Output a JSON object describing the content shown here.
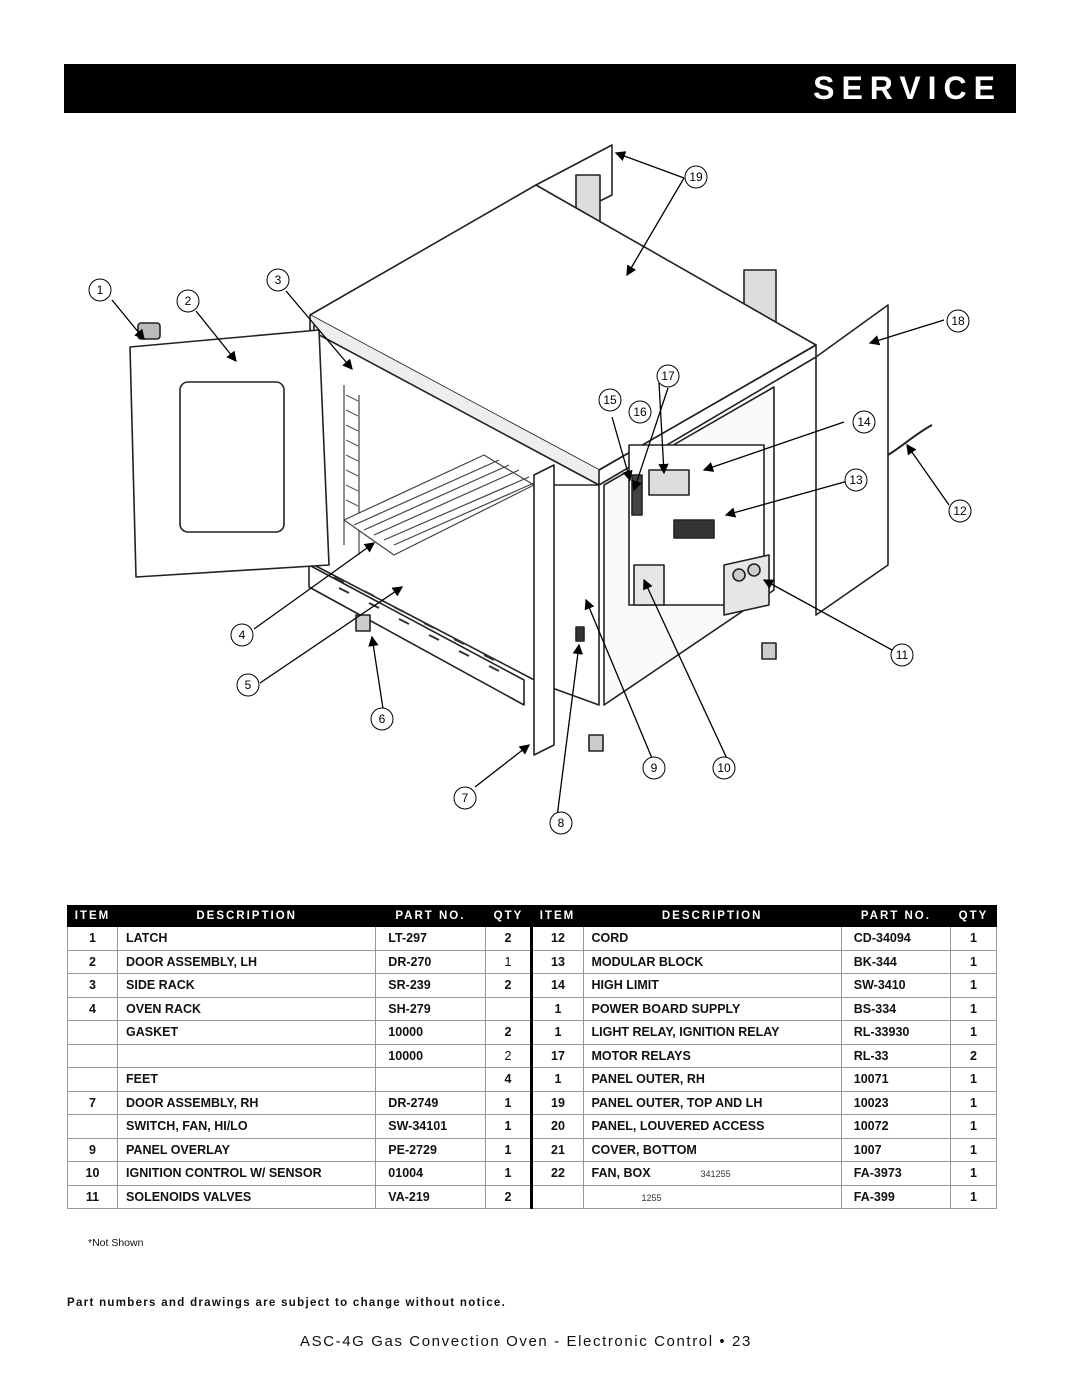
{
  "header": {
    "title": "SERVICE"
  },
  "callouts": [
    "1",
    "2",
    "3",
    "4",
    "5",
    "6",
    "7",
    "8",
    "9",
    "10",
    "11",
    "12",
    "13",
    "14",
    "15",
    "16",
    "17",
    "18",
    "19"
  ],
  "table": {
    "headers": [
      "ITEM",
      "DESCRIPTION",
      "PART NO.",
      "QTY",
      "ITEM",
      "DESCRIPTION",
      "PART NO.",
      "QTY"
    ],
    "rows": [
      {
        "li": "1",
        "ld": "LATCH",
        "lp": "LT-297",
        "lq": "2",
        "ri": "12",
        "rd": "CORD",
        "rs": "",
        "rp": "CD-34094",
        "rq": "1"
      },
      {
        "li": "2",
        "ld": "DOOR ASSEMBLY, LH",
        "lp": "DR-270",
        "lq": "1",
        "ri": "13",
        "rd": "MODULAR BLOCK",
        "rs": "",
        "rp": "BK-344",
        "rq": "1"
      },
      {
        "li": "3",
        "ld": "SIDE RACK",
        "lp": "SR-239",
        "lq": "2",
        "ri": "14",
        "rd": "HIGH LIMIT",
        "rs": "",
        "rp": "SW-3410",
        "rq": "1"
      },
      {
        "li": "4",
        "ld": "OVEN RACK",
        "lp": "SH-279",
        "lq": "",
        "ri": "1",
        "rd": "POWER BOARD SUPPLY",
        "rs": "",
        "rp": "BS-334",
        "rq": "1"
      },
      {
        "li": "",
        "ld": "GASKET",
        "lp": "10000",
        "lq": "2",
        "ri": "1",
        "rd": "LIGHT RELAY, IGNITION RELAY",
        "rs": "",
        "rp": "RL-33930",
        "rq": "1"
      },
      {
        "li": "",
        "ld": "",
        "lp": "10000",
        "lq": "2",
        "ri": "17",
        "rd": "MOTOR RELAYS",
        "rs": "",
        "rp": "RL-33",
        "rq": "2"
      },
      {
        "li": "",
        "ld": "FEET",
        "lp": "",
        "lq": "4",
        "ri": "1",
        "rd": "PANEL OUTER, RH",
        "rs": "",
        "rp": "10071",
        "rq": "1"
      },
      {
        "li": "7",
        "ld": "DOOR ASSEMBLY, RH",
        "lp": "DR-2749",
        "lq": "1",
        "ri": "19",
        "rd": "PANEL OUTER, TOP AND LH",
        "rs": "",
        "rp": "10023",
        "rq": "1"
      },
      {
        "li": "",
        "ld": "SWITCH, FAN, HI/LO",
        "lp": "SW-34101",
        "lq": "1",
        "ri": "20",
        "rd": "PANEL, LOUVERED ACCESS",
        "rs": "",
        "rp": "10072",
        "rq": "1"
      },
      {
        "li": "9",
        "ld": "PANEL OVERLAY",
        "lp": "PE-2729",
        "lq": "1",
        "ri": "21",
        "rd": "COVER, BOTTOM",
        "rs": "",
        "rp": "1007",
        "rq": "1"
      },
      {
        "li": "10",
        "ld": "IGNITION CONTROL W/ SENSOR",
        "lp": "01004",
        "lq": "1",
        "ri": "22",
        "rd": "FAN, BOX",
        "rs": "341255",
        "rp": "FA-3973",
        "rq": "1"
      },
      {
        "li": "11",
        "ld": "SOLENOIDS VALVES",
        "lp": "VA-219",
        "lq": "2",
        "ri": "",
        "rd": "",
        "rs": "1255",
        "rp": "FA-399",
        "rq": "1"
      }
    ]
  },
  "note": "*Not Shown",
  "disclaimer": "Part numbers and drawings are subject to change without notice.",
  "footer": "ASC-4G Gas Convection Oven - Electronic Control • 23"
}
